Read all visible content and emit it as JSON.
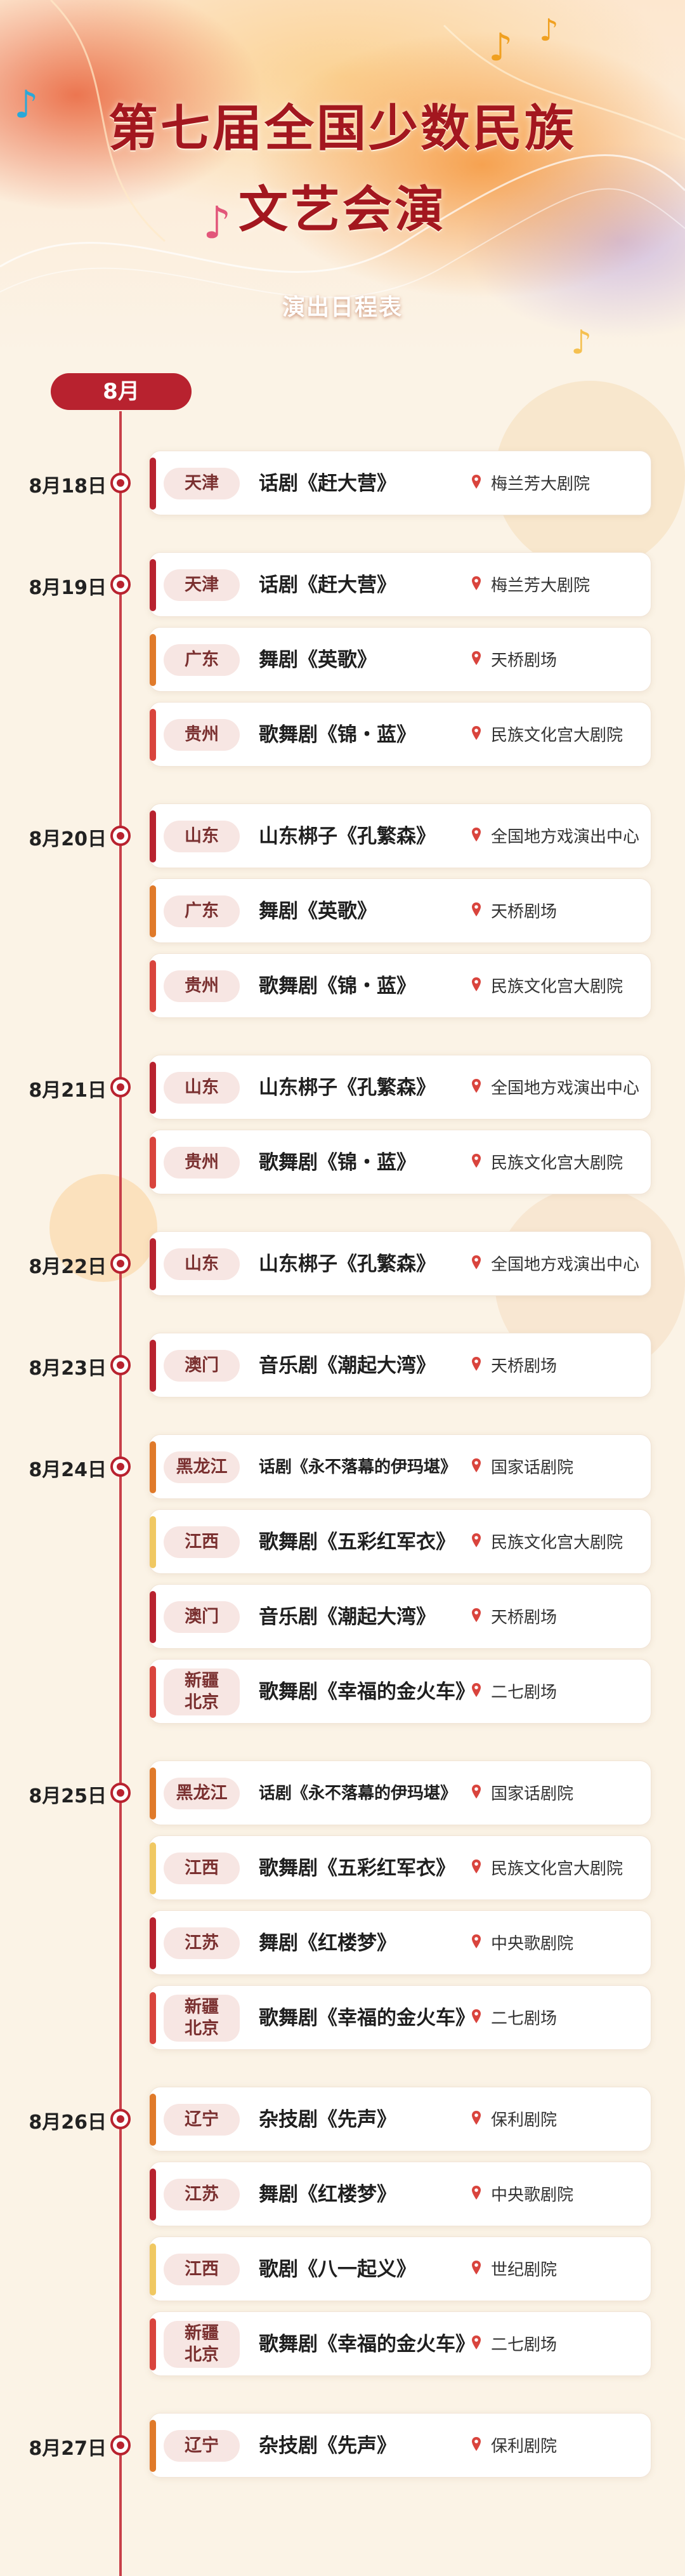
{
  "header": {
    "title_line1": "第七届全国少数民族",
    "title_line2": "文艺会演",
    "subtitle": "演出日程表"
  },
  "month": "8月",
  "colors": {
    "accent": "#b8222f",
    "crimson": "#b8222f",
    "orange": "#e07a2a",
    "gold": "#f0c862",
    "red": "#d9443d"
  },
  "days": [
    {
      "date": "8月18日",
      "shows": [
        {
          "region": "天津",
          "title": "话剧《赶大营》",
          "venue": "梅兰芳大剧院",
          "bar": "crimson"
        }
      ]
    },
    {
      "date": "8月19日",
      "shows": [
        {
          "region": "天津",
          "title": "话剧《赶大营》",
          "venue": "梅兰芳大剧院",
          "bar": "crimson"
        },
        {
          "region": "广东",
          "title": "舞剧《英歌》",
          "venue": "天桥剧场",
          "bar": "orange"
        },
        {
          "region": "贵州",
          "title": "歌舞剧《锦・蓝》",
          "venue": "民族文化宫大剧院",
          "bar": "red"
        }
      ]
    },
    {
      "date": "8月20日",
      "shows": [
        {
          "region": "山东",
          "title": "山东梆子《孔繁森》",
          "venue": "全国地方戏演出中心",
          "bar": "crimson"
        },
        {
          "region": "广东",
          "title": "舞剧《英歌》",
          "venue": "天桥剧场",
          "bar": "orange"
        },
        {
          "region": "贵州",
          "title": "歌舞剧《锦・蓝》",
          "venue": "民族文化宫大剧院",
          "bar": "red"
        }
      ]
    },
    {
      "date": "8月21日",
      "shows": [
        {
          "region": "山东",
          "title": "山东梆子《孔繁森》",
          "venue": "全国地方戏演出中心",
          "bar": "crimson"
        },
        {
          "region": "贵州",
          "title": "歌舞剧《锦・蓝》",
          "venue": "民族文化宫大剧院",
          "bar": "red"
        }
      ]
    },
    {
      "date": "8月22日",
      "shows": [
        {
          "region": "山东",
          "title": "山东梆子《孔繁森》",
          "venue": "全国地方戏演出中心",
          "bar": "crimson"
        }
      ]
    },
    {
      "date": "8月23日",
      "shows": [
        {
          "region": "澳门",
          "title": "音乐剧《潮起大湾》",
          "venue": "天桥剧场",
          "bar": "crimson"
        }
      ]
    },
    {
      "date": "8月24日",
      "shows": [
        {
          "region": "黑龙江",
          "title": "话剧《永不落幕的伊玛堪》",
          "venue": "国家话剧院",
          "bar": "orange",
          "small": true
        },
        {
          "region": "江西",
          "title": "歌舞剧《五彩红军衣》",
          "venue": "民族文化宫大剧院",
          "bar": "gold"
        },
        {
          "region": "澳门",
          "title": "音乐剧《潮起大湾》",
          "venue": "天桥剧场",
          "bar": "crimson"
        },
        {
          "region": "新疆\n北京",
          "title": "歌舞剧《幸福的金火车》",
          "venue": "二七剧场",
          "bar": "red"
        }
      ]
    },
    {
      "date": "8月25日",
      "shows": [
        {
          "region": "黑龙江",
          "title": "话剧《永不落幕的伊玛堪》",
          "venue": "国家话剧院",
          "bar": "orange",
          "small": true
        },
        {
          "region": "江西",
          "title": "歌舞剧《五彩红军衣》",
          "venue": "民族文化宫大剧院",
          "bar": "gold"
        },
        {
          "region": "江苏",
          "title": "舞剧《红楼梦》",
          "venue": "中央歌剧院",
          "bar": "crimson"
        },
        {
          "region": "新疆\n北京",
          "title": "歌舞剧《幸福的金火车》",
          "venue": "二七剧场",
          "bar": "red"
        }
      ]
    },
    {
      "date": "8月26日",
      "shows": [
        {
          "region": "辽宁",
          "title": "杂技剧《先声》",
          "venue": "保利剧院",
          "bar": "orange"
        },
        {
          "region": "江苏",
          "title": "舞剧《红楼梦》",
          "venue": "中央歌剧院",
          "bar": "crimson"
        },
        {
          "region": "江西",
          "title": "歌剧《八一起义》",
          "venue": "世纪剧院",
          "bar": "gold"
        },
        {
          "region": "新疆\n北京",
          "title": "歌舞剧《幸福的金火车》",
          "venue": "二七剧场",
          "bar": "red"
        }
      ]
    },
    {
      "date": "8月27日",
      "shows": [
        {
          "region": "辽宁",
          "title": "杂技剧《先声》",
          "venue": "保利剧院",
          "bar": "orange"
        }
      ]
    }
  ]
}
